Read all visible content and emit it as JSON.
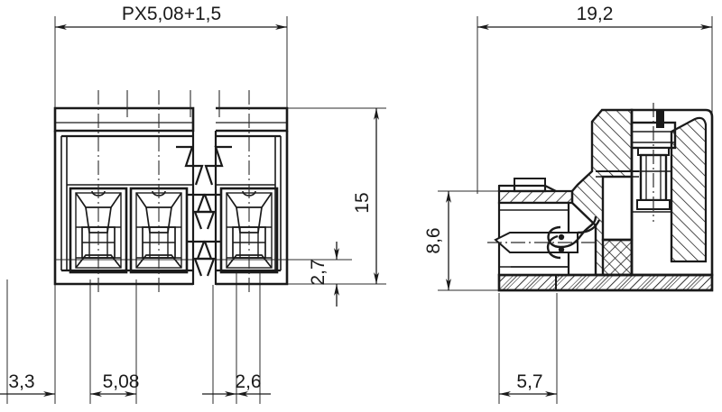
{
  "drawing": {
    "title": "Terminal block connector dimensioned drawing",
    "background_color": "#ffffff",
    "line_color": "#1a1a1a",
    "thin_line_color": "#2b2b2b",
    "views": [
      {
        "name": "front-view",
        "label": "front view with three terminal cells and break line"
      },
      {
        "name": "side-section-view",
        "label": "side sectional view with hatching"
      }
    ]
  },
  "dimensions": {
    "pitch_overall": "PX5,08+1,5",
    "height_overall": "15",
    "height_pin": "2,7",
    "edge_offset": "3,3",
    "pitch": "5,08",
    "slot_width": "2,6",
    "depth_overall": "19,2",
    "body_height": "8,6",
    "pin_offset": "5,7"
  }
}
